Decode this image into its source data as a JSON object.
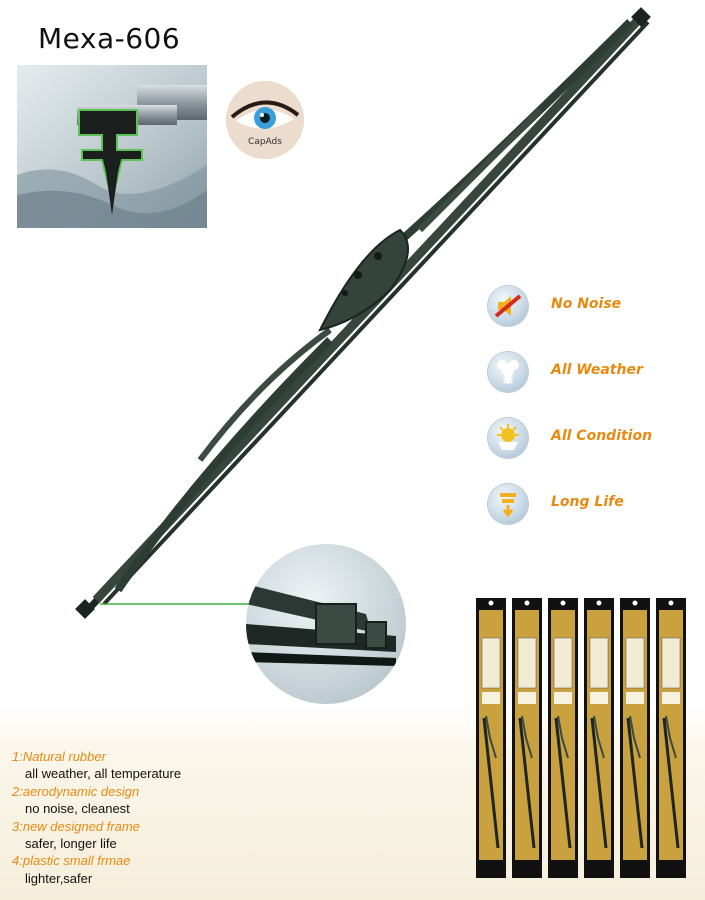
{
  "product": {
    "name": "Mexa-606"
  },
  "logo": {
    "text": "CapAds"
  },
  "features": [
    {
      "label": "No Noise",
      "icon": "no-noise-icon"
    },
    {
      "label": "All Weather",
      "icon": "all-weather-icon"
    },
    {
      "label": "All Condition",
      "icon": "all-condition-icon"
    },
    {
      "label": "Long Life",
      "icon": "long-life-icon"
    }
  ],
  "specs": [
    {
      "head": "1:Natural rubber",
      "sub": "all weather, all temperature"
    },
    {
      "head": "2:aerodynamic design",
      "sub": "no noise, cleanest"
    },
    {
      "head": "3:new designed frame",
      "sub": "safer, longer life"
    },
    {
      "head": "4:plastic small frmae",
      "sub": "lighter,safer"
    }
  ],
  "colors": {
    "accent_orange": "#e88a12",
    "blade": "#2b3732",
    "package_gold": "#c9a13f",
    "package_black": "#111111"
  }
}
